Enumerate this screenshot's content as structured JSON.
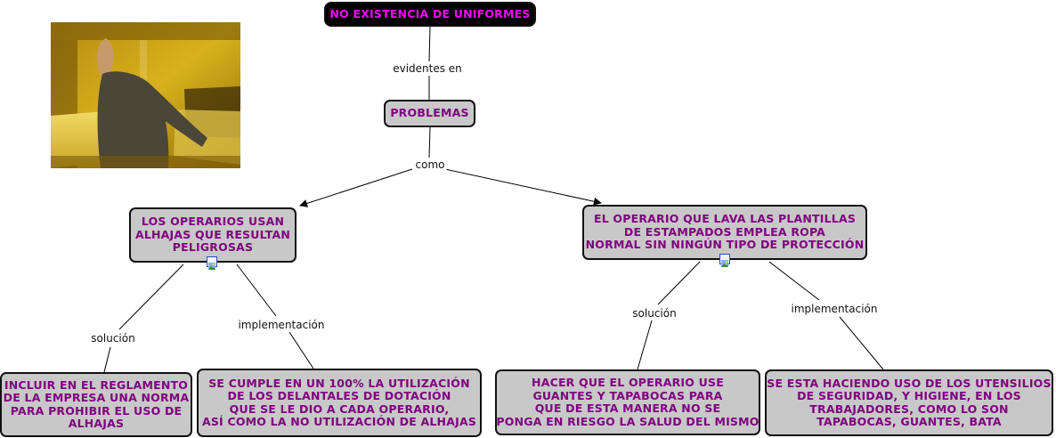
{
  "concept_map": {
    "root": "NO EXISTENCIA DE UNIFORMES",
    "link_root_problems": "evidentes en",
    "problems": "PROBLEMAS",
    "link_problems_children": "como",
    "left_problem": [
      "LOS OPERARIOS USAN",
      "ALHAJAS QUE RESULTAN",
      "PELIGROSAS"
    ],
    "right_problem": [
      "EL OPERARIO QUE LAVA LAS PLANTILLAS",
      "DE ESTAMPADOS EMPLEA ROPA",
      "NORMAL SIN NINGÚN TIPO DE PROTECCIÓN"
    ],
    "left_solution_link": "solución",
    "left_implementation_link": "implementación",
    "right_solution_link": "solución",
    "right_implementation_link": "implementación",
    "left_solution": [
      "INCLUIR EN EL REGLAMENTO",
      "DE LA EMPRESA UNA NORMA",
      "PARA PROHIBIR EL USO DE",
      "ALHAJAS"
    ],
    "left_implementation": [
      "SE CUMPLE EN UN 100% LA UTILIZACIÓN",
      "DE LOS DELANTALES DE DOTACIÓN",
      "QUE SE LE DIO A CADA OPERARIO,",
      "ASÍ COMO LA NO UTILIZACIÓN DE ALHAJAS"
    ],
    "right_solution": [
      "HACER QUE EL OPERARIO USE",
      "GUANTES Y TAPABOCAS PARA",
      "QUE DE ESTA MANERA NO SE",
      "PONGA EN RIESGO LA SALUD DEL MISMO"
    ],
    "right_implementation": [
      "SE ESTA HACIENDO USO DE LOS UTENSILIOS",
      "DE SEGURIDAD, Y HIGIENE, EN LOS",
      "TRABAJADORES, COMO LO SON",
      "TAPABOCAS, GUANTES, BATA"
    ]
  },
  "colors": {
    "node_fill": "#c8c8c8",
    "node_text": "#800080",
    "root_fill": "#000000",
    "root_text": "#ff00ff",
    "link_line": "#000000"
  },
  "icons": [
    "photo-attachment-icon",
    "image-resource-icon"
  ]
}
